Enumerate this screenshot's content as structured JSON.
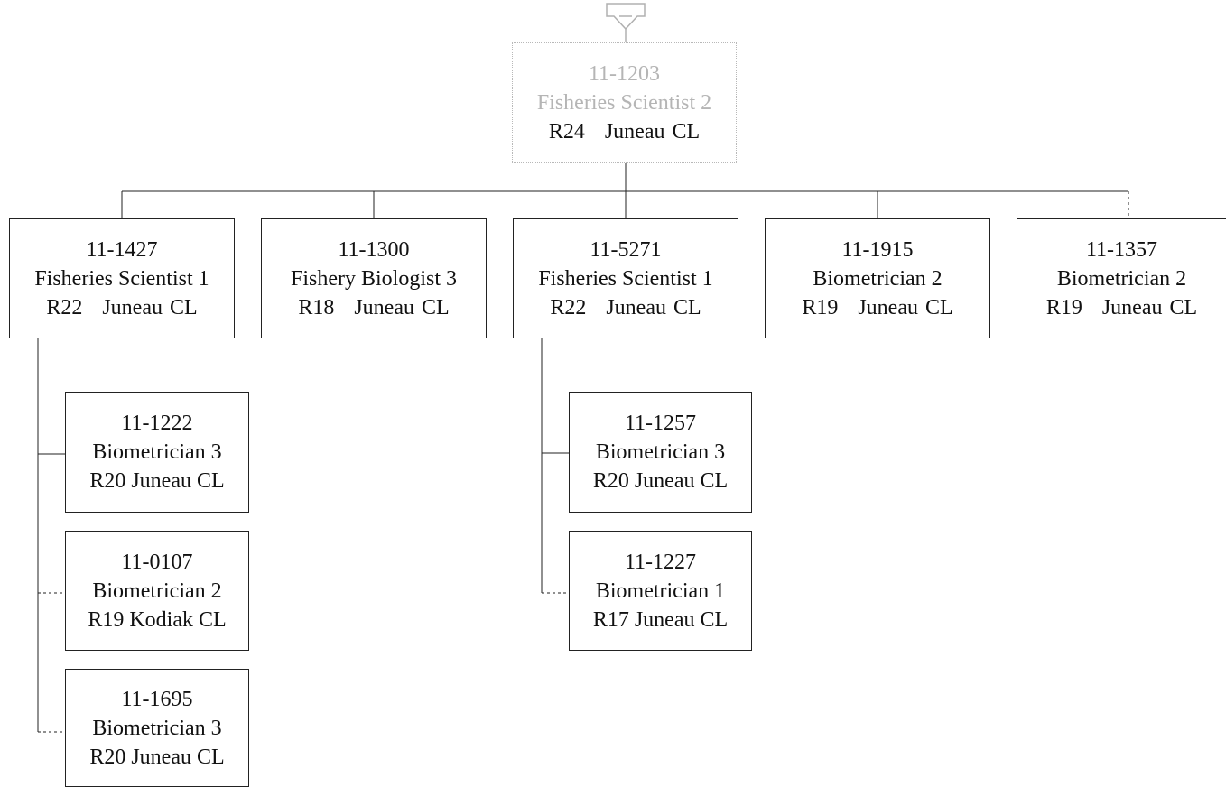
{
  "supervisor": {
    "id": "11-1203",
    "title": "Fisheries Scientist 2",
    "range": "R24",
    "city": "Juneau",
    "status": "CL"
  },
  "row1": [
    {
      "id": "11-1427",
      "title": "Fisheries Scientist 1",
      "range": "R22",
      "city": "Juneau",
      "status": "CL"
    },
    {
      "id": "11-1300",
      "title": "Fishery Biologist 3",
      "range": "R18",
      "city": "Juneau",
      "status": "CL"
    },
    {
      "id": "11-5271",
      "title": "Fisheries Scientist 1",
      "range": "R22",
      "city": "Juneau",
      "status": "CL"
    },
    {
      "id": "11-1915",
      "title": "Biometrician 2",
      "range": "R19",
      "city": "Juneau",
      "status": "CL"
    },
    {
      "id": "11-1357",
      "title": "Biometrician 2",
      "range": "R19",
      "city": "Juneau",
      "status": "CL"
    }
  ],
  "sub_1427": [
    {
      "id": "11-1222",
      "title": "Biometrician 3",
      "loc": "R20 Juneau CL"
    },
    {
      "id": "11-0107",
      "title": "Biometrician 2",
      "loc": "R19 Kodiak CL"
    },
    {
      "id": "11-1695",
      "title": "Biometrician 3",
      "loc": "R20 Juneau CL"
    }
  ],
  "sub_5271": [
    {
      "id": "11-1257",
      "title": "Biometrician 3",
      "loc": "R20 Juneau CL"
    },
    {
      "id": "11-1227",
      "title": "Biometrician 1",
      "loc": "R17 Juneau CL"
    }
  ]
}
